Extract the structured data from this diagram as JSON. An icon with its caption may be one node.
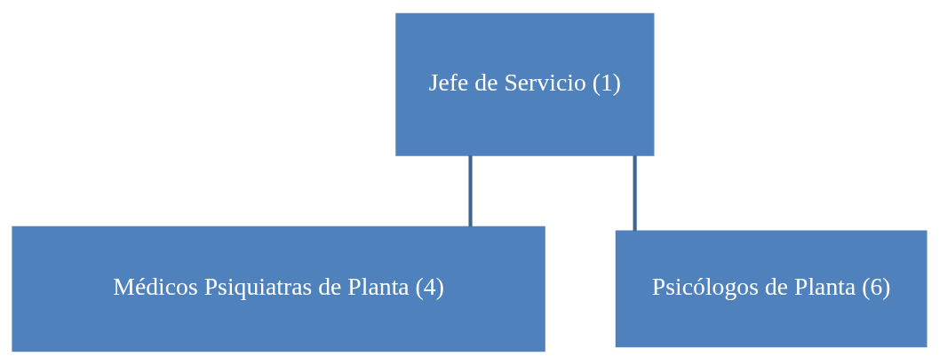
{
  "diagram": {
    "nodes": [
      {
        "text": [
          "Jefe de Servicio (1)"
        ]
      },
      {
        "text": [
          "Médicos Psiquiatras de Planta (4)"
        ]
      },
      {
        "text": [
          "Psicólogos de Planta (6)"
        ]
      }
    ],
    "edges": [
      {
        "from": 0,
        "to": 1,
        "arrow": "none"
      },
      {
        "from": 0,
        "to": 2,
        "arrow": "none"
      }
    ]
  }
}
